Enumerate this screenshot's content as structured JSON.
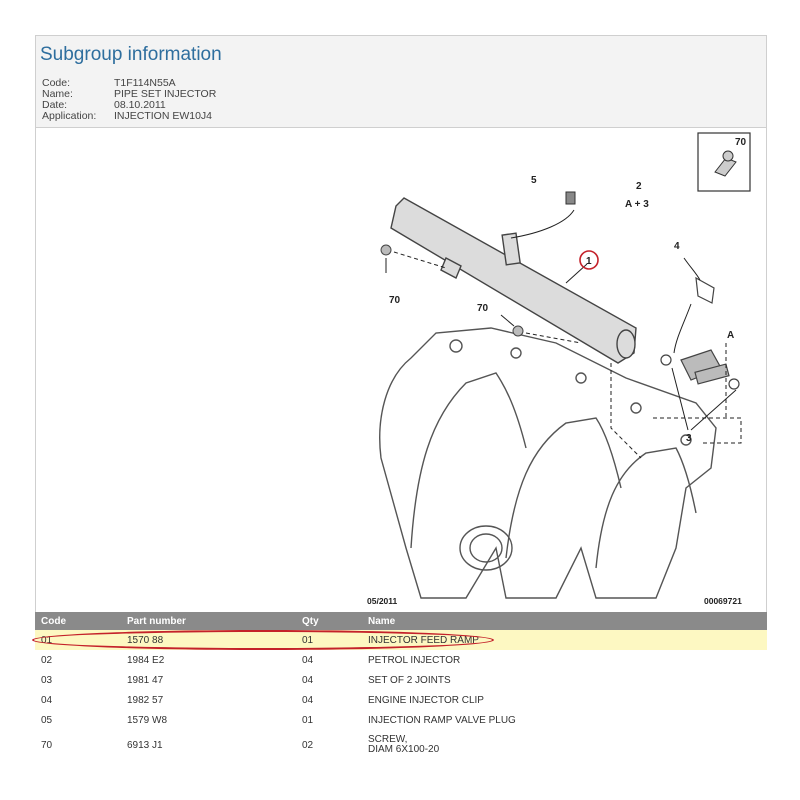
{
  "panel": {
    "title": "Subgroup information",
    "rows": [
      {
        "label": "Code:",
        "value": "T1F114N55A"
      },
      {
        "label": "Name:",
        "value": "PIPE SET INJECTOR"
      },
      {
        "label": "Date:",
        "value": "08.10.2011"
      },
      {
        "label": "Application:",
        "value": "INJECTION EW10J4"
      }
    ]
  },
  "diagram": {
    "callouts": {
      "c1": "1",
      "c2": "2",
      "c2b": "A + 3",
      "c3": "3",
      "c4": "4",
      "c5": "5",
      "c70a": "70",
      "c70b": "70",
      "c70c": "70",
      "cA": "A"
    },
    "date_stamp": "05/2011",
    "ref_number": "00069721"
  },
  "table": {
    "headers": {
      "code": "Code",
      "part": "Part number",
      "qty": "Qty",
      "name": "Name"
    },
    "rows": [
      {
        "code": "01",
        "part": "1570 88",
        "qty": "01",
        "name": "INJECTOR FEED RAMP"
      },
      {
        "code": "02",
        "part": "1984 E2",
        "qty": "04",
        "name": "PETROL INJECTOR"
      },
      {
        "code": "03",
        "part": "1981 47",
        "qty": "04",
        "name": "SET OF 2 JOINTS"
      },
      {
        "code": "04",
        "part": "1982 57",
        "qty": "04",
        "name": "ENGINE INJECTOR CLIP"
      },
      {
        "code": "05",
        "part": "1579 W8",
        "qty": "01",
        "name": "INJECTION RAMP VALVE PLUG"
      },
      {
        "code": "70",
        "part": "6913 J1",
        "qty": "02",
        "name": "SCREW,\nDIAM 6X100-20"
      }
    ]
  },
  "colors": {
    "title_blue": "#2e6e9e",
    "header_gray": "#8a8a8a",
    "highlight_yellow": "#fdf8c2",
    "oval_red": "#c4222a"
  }
}
